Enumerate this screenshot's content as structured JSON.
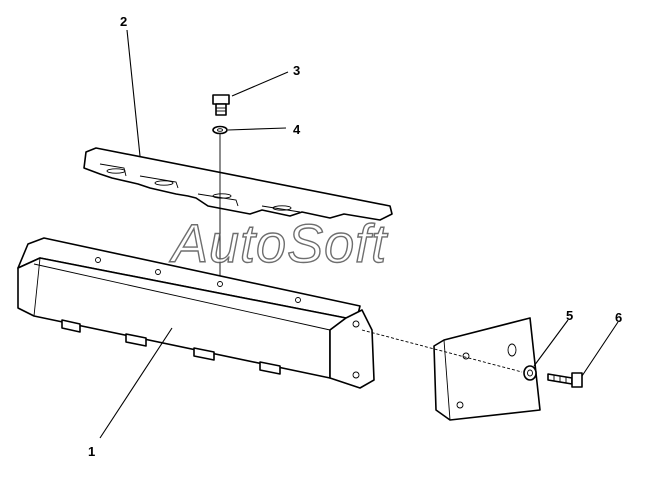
{
  "watermark": "AutoSoft",
  "callouts": {
    "c1": "1",
    "c2": "2",
    "c3": "3",
    "c4": "4",
    "c5": "5",
    "c6": "6"
  }
}
